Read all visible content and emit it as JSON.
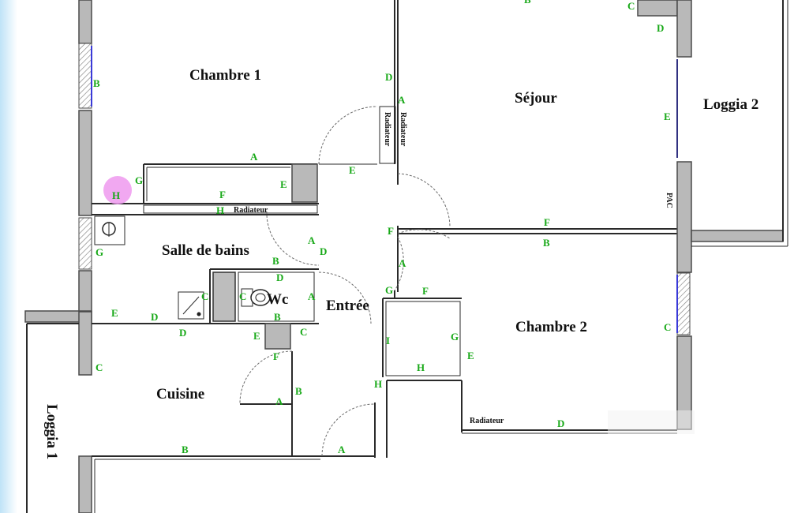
{
  "rooms": {
    "chambre1": "Chambre 1",
    "sejour": "Séjour",
    "loggia2": "Loggia 2",
    "salle_de_bains": "Salle de bains",
    "wc": "Wc",
    "entree": "Entrée",
    "chambre2": "Chambre 2",
    "cuisine": "Cuisine",
    "loggia1": "Loggia 1"
  },
  "annotations": {
    "radiateur": "Radiateur",
    "pac": "PAC"
  },
  "wall_letters": [
    "A",
    "B",
    "C",
    "D",
    "E",
    "F",
    "G",
    "H",
    "I"
  ],
  "colors": {
    "wall_fill": "#b9b9b9",
    "label_green": "#19a919",
    "glazing_blue": "#3a3ad8",
    "marker_pink": "#ee99ee",
    "left_edge_blue": "#cfe9f8"
  }
}
